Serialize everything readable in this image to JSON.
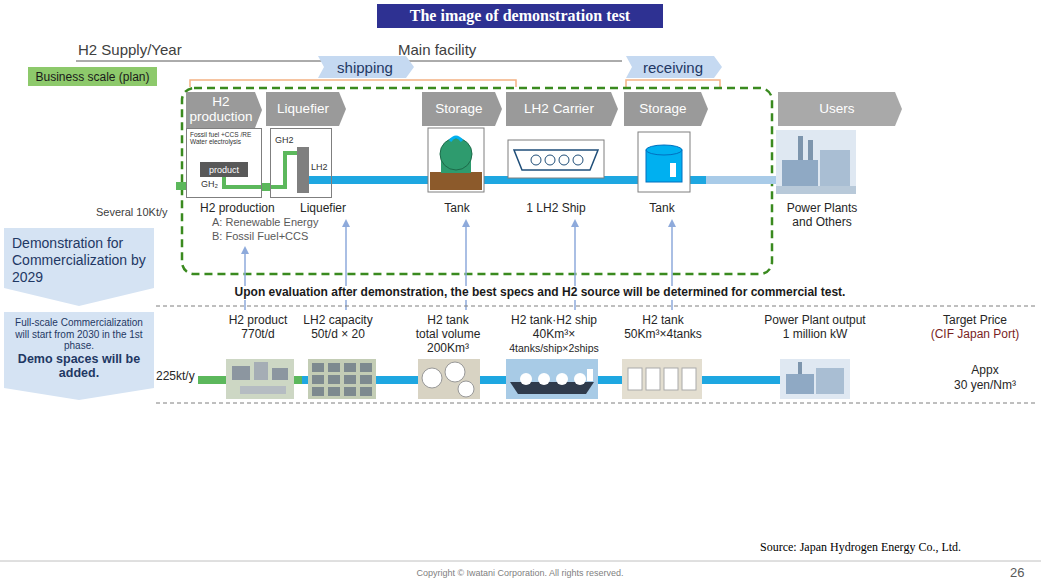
{
  "diagram": {
    "title": "The image of demonstration test",
    "nodes": [
      {
        "text": [
          "Business scale (plan)"
        ]
      },
      {
        "text": [
          "shipping"
        ]
      },
      {
        "text": [
          "receiving"
        ]
      },
      {
        "text": [
          "H2 production"
        ]
      },
      {
        "text": [
          "Liquefier"
        ]
      },
      {
        "text": [
          "Storage"
        ]
      },
      {
        "text": [
          "LH2 Carrier"
        ]
      },
      {
        "text": [
          "Storage"
        ]
      },
      {
        "text": [
          "Users"
        ]
      },
      {
        "text": [
          "Fossil fuel +CCS /RE",
          "Water electrolysis",
          "GH₂"
        ]
      },
      {
        "text": [
          "product"
        ],
        "in": 9
      },
      {
        "text": [
          "GH2",
          "LH2"
        ]
      },
      {
        "text": [
          "Demonstration for Commercialization by 2029"
        ]
      },
      {
        "text": [
          "Full-scale Commercialization will start from 2030 in the 1st phase.",
          "Demo spaces will be added."
        ]
      }
    ],
    "edges": [
      {
        "from": 9,
        "to": 11,
        "arrow": "none"
      }
    ],
    "labels": [
      "H2 Supply/Year",
      "Main facility",
      "Several 10Kt/y",
      "H2 production",
      "A: Renewable Energy",
      "B: Fossil Fuel+CCS",
      "Liquefier",
      "Tank",
      "1 LH2 Ship",
      "Tank",
      "Power Plants and Others",
      "Upon evaluation after demonstration, the best specs and H2 source will be determined for commercial test.",
      "225kt/y",
      "H2 product",
      "770t/d",
      "LH2 capacity",
      "50t/d × 20",
      "H2 tank",
      "total volume",
      "200Km³",
      "H2 tank·H2 ship",
      "40Km³×",
      "4tanks/ship×2ships",
      "H2 tank",
      "50Km³×4tanks",
      "Power Plant output",
      "1 million kW",
      "Target Price",
      "(CIF Japan Port)",
      "Appx",
      "30 yen/Nm³",
      "Source: Japan Hydrogen Energy Co., Ltd.",
      "Copyright © Iwatani Corporation. All rights reserved.",
      "26"
    ]
  }
}
